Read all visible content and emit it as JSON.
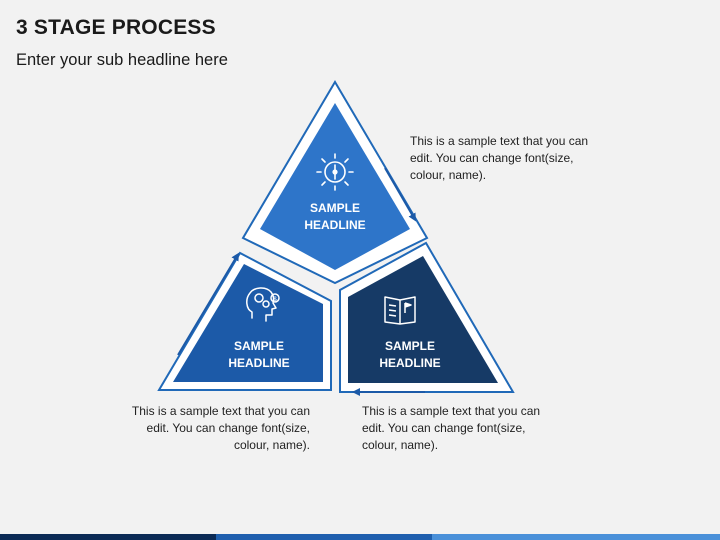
{
  "header": {
    "title": "3 STAGE PROCESS",
    "subtitle": "Enter your sub headline here"
  },
  "stages": [
    {
      "line1": "SAMPLE",
      "line2": "HEADLINE",
      "icon": "compass-icon",
      "color": "#2e75c9"
    },
    {
      "line1": "SAMPLE",
      "line2": "HEADLINE",
      "icon": "head-gears-icon",
      "color": "#1c5aa8"
    },
    {
      "line1": "SAMPLE",
      "line2": "HEADLINE",
      "icon": "open-book-icon",
      "color": "#163a66"
    }
  ],
  "descriptions": {
    "top": "This is a sample text that you can edit. You can change font(size, colour, name).",
    "left": "This is a sample text that you can edit. You can change font(size, colour, name).",
    "right": "This is a sample text that you can edit. You can change font(size, colour, name)."
  },
  "colors": {
    "outline": "#2069b8",
    "arrow": "#1c5aa8",
    "background": "#f2f2f2"
  }
}
